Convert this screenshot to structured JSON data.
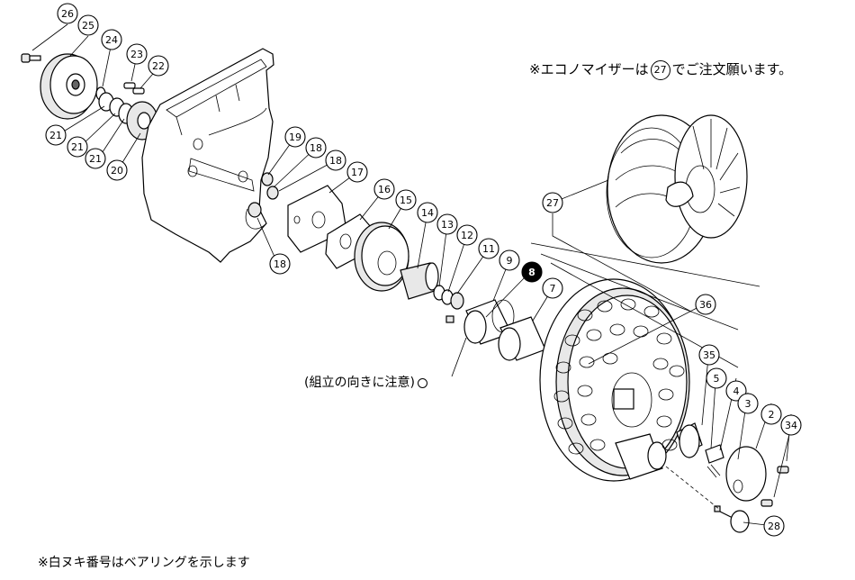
{
  "notes": {
    "econo_prefix": "※エコノマイザーは",
    "econo_ref": "27",
    "econo_suffix": "でご注文願います。",
    "assembly": "(組立の向きに注意)",
    "bearing": "※白ヌキ番号はベアリングを示します"
  },
  "callouts": [
    {
      "id": "26",
      "text": "26",
      "bearing": false
    },
    {
      "id": "25",
      "text": "25",
      "bearing": false
    },
    {
      "id": "24",
      "text": "24",
      "bearing": false
    },
    {
      "id": "23",
      "text": "23",
      "bearing": false
    },
    {
      "id": "22",
      "text": "22",
      "bearing": false
    },
    {
      "id": "21a",
      "text": "21",
      "bearing": false
    },
    {
      "id": "21b",
      "text": "21",
      "bearing": false
    },
    {
      "id": "21c",
      "text": "21",
      "bearing": false
    },
    {
      "id": "20",
      "text": "20",
      "bearing": false
    },
    {
      "id": "19",
      "text": "19",
      "bearing": false
    },
    {
      "id": "18a",
      "text": "18",
      "bearing": false
    },
    {
      "id": "18b",
      "text": "18",
      "bearing": false
    },
    {
      "id": "18c",
      "text": "18",
      "bearing": false
    },
    {
      "id": "17",
      "text": "17",
      "bearing": false
    },
    {
      "id": "16",
      "text": "16",
      "bearing": false
    },
    {
      "id": "15",
      "text": "15",
      "bearing": false
    },
    {
      "id": "14",
      "text": "14",
      "bearing": false
    },
    {
      "id": "13",
      "text": "13",
      "bearing": false
    },
    {
      "id": "12",
      "text": "12",
      "bearing": false
    },
    {
      "id": "11",
      "text": "11",
      "bearing": false
    },
    {
      "id": "9",
      "text": "9",
      "bearing": false
    },
    {
      "id": "8",
      "text": "8",
      "bearing": true
    },
    {
      "id": "7",
      "text": "7",
      "bearing": false
    },
    {
      "id": "27",
      "text": "27",
      "bearing": false
    },
    {
      "id": "36",
      "text": "36",
      "bearing": false
    },
    {
      "id": "35",
      "text": "35",
      "bearing": false
    },
    {
      "id": "5",
      "text": "5",
      "bearing": false
    },
    {
      "id": "4",
      "text": "4",
      "bearing": false
    },
    {
      "id": "3",
      "text": "3",
      "bearing": false
    },
    {
      "id": "2",
      "text": "2",
      "bearing": false
    },
    {
      "id": "34",
      "text": "34",
      "bearing": false
    },
    {
      "id": "28",
      "text": "28",
      "bearing": false
    }
  ]
}
